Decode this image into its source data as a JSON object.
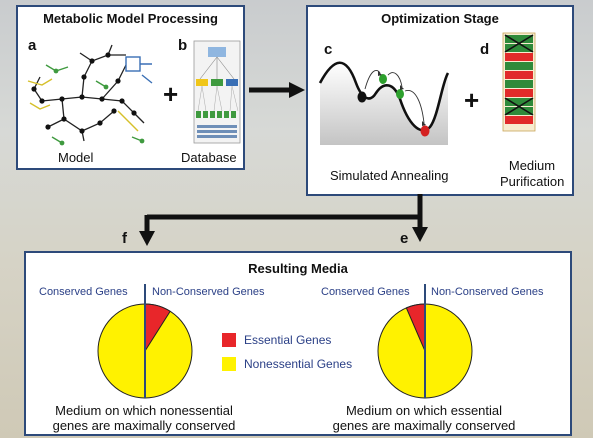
{
  "panel1": {
    "title": "Metabolic Model Processing",
    "letter_a": "a",
    "letter_b": "b",
    "plus": "+",
    "model_label": "Model",
    "database_label": "Database"
  },
  "panel2": {
    "title": "Optimization Stage",
    "letter_c": "c",
    "letter_d": "d",
    "plus": "+",
    "annealing_label": "Simulated Annealing",
    "purification_line1": "Medium",
    "purification_line2": "Purification"
  },
  "branch": {
    "letter_f": "f",
    "letter_e": "e"
  },
  "panel3": {
    "title": "Resulting Media",
    "left": {
      "conserved_header": "Conserved Genes",
      "nonconserved_header": "Non-Conserved Genes",
      "essential_fraction_in_nonconserved": 0.18,
      "caption_line1": "Medium on which nonessential",
      "caption_line2": "genes are maximally conserved"
    },
    "right": {
      "conserved_header": "Conserved Genes",
      "nonconserved_header": "Non-Conserved Genes",
      "essential_fraction_in_conserved": 0.13,
      "caption_line1": "Medium on which essential",
      "caption_line2": "genes are maximally conserved"
    },
    "legend": [
      {
        "label": "Essential Genes",
        "color": "#e8262a"
      },
      {
        "label": "Nonessential Genes",
        "color": "#fff200"
      }
    ]
  },
  "colors": {
    "panel_border": "#2d4a7a",
    "essential": "#e8262a",
    "nonessential": "#fff200",
    "arrow": "#111111"
  }
}
